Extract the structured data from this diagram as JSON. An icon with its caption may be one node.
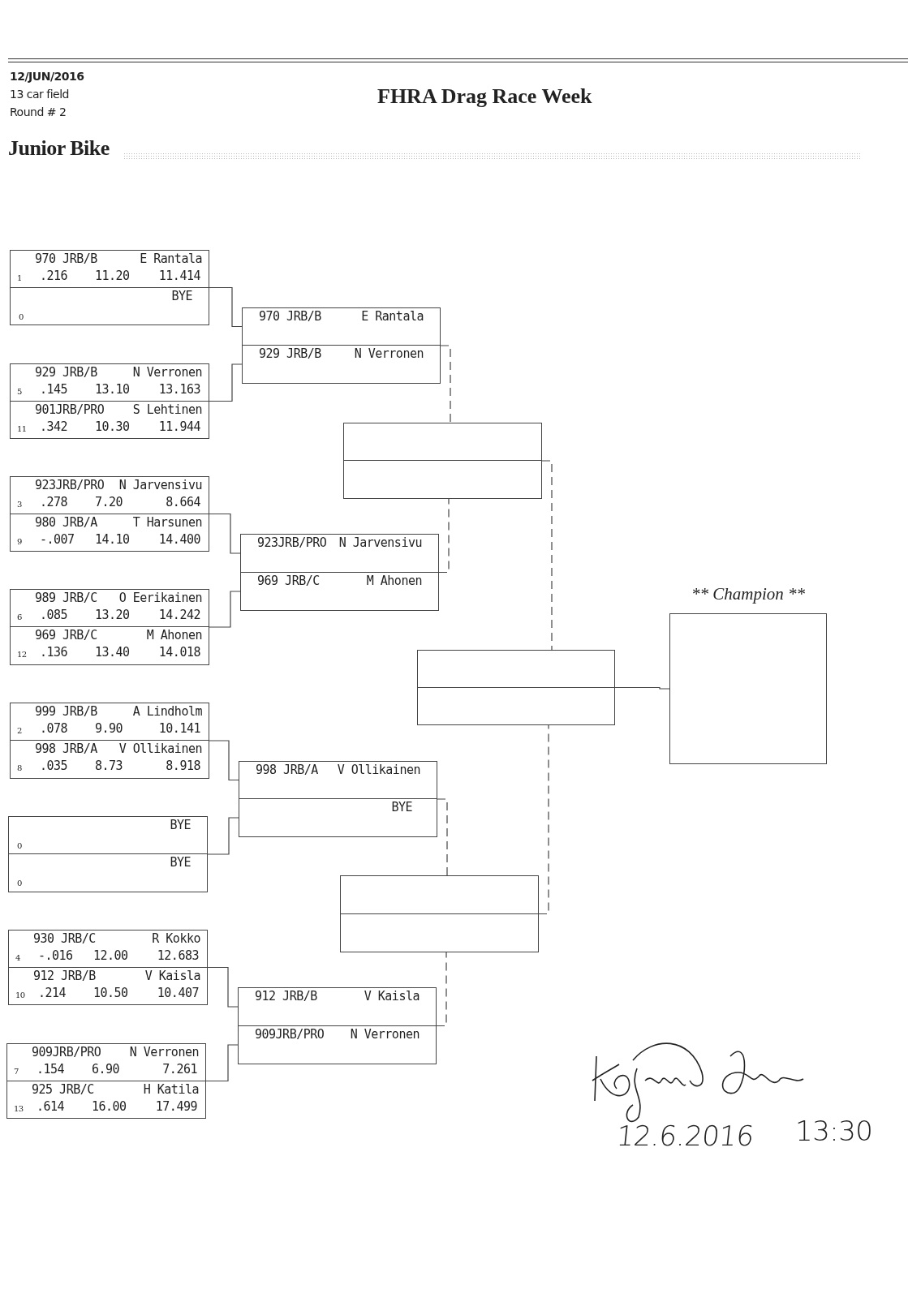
{
  "diagram": {
    "title": "FHRA Drag Race Week",
    "nodes": [
      {
        "text": [],
        "shape": "box"
      },
      {
        "text": [
          "970 JRB/B",
          "E Rantala",
          "1",
          ".216",
          "11.20",
          "11.414"
        ],
        "in": 0
      },
      {
        "text": [
          "BYE",
          "0"
        ],
        "in": 0
      },
      {
        "text": [],
        "shape": "box"
      },
      {
        "text": [
          "929 JRB/B",
          "N Verronen",
          "5",
          ".145",
          "13.10",
          "13.163"
        ],
        "in": 3
      },
      {
        "text": [
          "901JRB/PRO",
          "S Lehtinen",
          "11",
          ".342",
          "10.30",
          "11.944"
        ],
        "in": 3
      },
      {
        "text": [],
        "shape": "box"
      },
      {
        "text": [
          "923JRB/PRO",
          "N Jarvensivu",
          "3",
          ".278",
          "7.20",
          "8.664"
        ],
        "in": 6
      },
      {
        "text": [
          "980 JRB/A",
          "T Harsunen",
          "9",
          "-.007",
          "14.10",
          "14.400"
        ],
        "in": 6
      },
      {
        "text": [],
        "shape": "box"
      },
      {
        "text": [
          "989 JRB/C",
          "O Eerikainen",
          "6",
          ".085",
          "13.20",
          "14.242"
        ],
        "in": 9
      },
      {
        "text": [
          "969 JRB/C",
          "M Ahonen",
          "12",
          ".136",
          "13.40",
          "14.018"
        ],
        "in": 9
      },
      {
        "text": [],
        "shape": "box"
      },
      {
        "text": [
          "999 JRB/B",
          "A Lindholm",
          "2",
          ".078",
          "9.90",
          "10.141"
        ],
        "in": 12
      },
      {
        "text": [
          "998 JRB/A",
          "V Ollikainen",
          "8",
          ".035",
          "8.73",
          "8.918"
        ],
        "in": 12
      },
      {
        "text": [],
        "shape": "box"
      },
      {
        "text": [
          "BYE",
          "0"
        ],
        "in": 15
      },
      {
        "text": [
          "BYE",
          "0"
        ],
        "in": 15
      },
      {
        "text": [],
        "shape": "box"
      },
      {
        "text": [
          "930 JRB/C",
          "R Kokko",
          "4",
          "-.016",
          "12.00",
          "12.683"
        ],
        "in": 18
      },
      {
        "text": [
          "912 JRB/B",
          "V Kaisla",
          "10",
          ".214",
          "10.50",
          "10.407"
        ],
        "in": 18
      },
      {
        "text": [],
        "shape": "box"
      },
      {
        "text": [
          "909JRB/PRO",
          "N Verronen",
          "7",
          ".154",
          "6.90",
          "7.261"
        ],
        "in": 21
      },
      {
        "text": [
          "925 JRB/C",
          "H Katila",
          "13",
          ".614",
          "16.00",
          "17.499"
        ],
        "in": 21
      },
      {
        "text": [],
        "shape": "box"
      },
      {
        "text": [
          "970 JRB/B",
          "E Rantala"
        ],
        "in": 24
      },
      {
        "text": [
          "929 JRB/B",
          "N Verronen"
        ],
        "in": 24
      },
      {
        "text": [],
        "shape": "box"
      },
      {
        "text": [
          "923JRB/PRO",
          "N Jarvensivu"
        ],
        "in": 27
      },
      {
        "text": [
          "969 JRB/C",
          "M Ahonen"
        ],
        "in": 27
      },
      {
        "text": [],
        "shape": "box"
      },
      {
        "text": [
          "998 JRB/A",
          "V Ollikainen"
        ],
        "in": 30
      },
      {
        "text": [
          "BYE"
        ],
        "in": 30
      },
      {
        "text": [],
        "shape": "box"
      },
      {
        "text": [
          "912 JRB/B",
          "V Kaisla"
        ],
        "in": 33
      },
      {
        "text": [
          "909JRB/PRO",
          "N Verronen"
        ],
        "in": 33
      },
      {
        "text": [],
        "shape": "box"
      },
      {
        "text": [],
        "shape": "box",
        "in": 36
      },
      {
        "text": [],
        "shape": "box",
        "in": 36
      },
      {
        "text": [],
        "shape": "box"
      },
      {
        "text": [],
        "shape": "box",
        "in": 39
      },
      {
        "text": [],
        "shape": "box",
        "in": 39
      },
      {
        "text": [],
        "shape": "box"
      },
      {
        "text": [],
        "shape": "box",
        "in": 42
      },
      {
        "text": [],
        "shape": "box",
        "in": 42
      },
      {
        "text": [
          "** Champion **"
        ]
      }
    ],
    "edges": [
      {
        "from": 0,
        "to": 25,
        "arrow": "none"
      },
      {
        "from": 3,
        "to": 26,
        "arrow": "none"
      },
      {
        "from": 6,
        "to": 28,
        "arrow": "none"
      },
      {
        "from": 9,
        "to": 29,
        "arrow": "none"
      },
      {
        "from": 12,
        "to": 31,
        "arrow": "none"
      },
      {
        "from": 15,
        "to": 32,
        "arrow": "none"
      },
      {
        "from": 18,
        "to": 34,
        "arrow": "none"
      },
      {
        "from": 21,
        "to": 35,
        "arrow": "none"
      },
      {
        "from": 24,
        "to": 37,
        "arrow": "none",
        "style": "dashed"
      },
      {
        "from": 27,
        "to": 38,
        "arrow": "none",
        "style": "dashed"
      },
      {
        "from": 30,
        "to": 40,
        "arrow": "none",
        "style": "dashed"
      },
      {
        "from": 33,
        "to": 41,
        "arrow": "none",
        "style": "dashed"
      },
      {
        "from": 36,
        "to": 43,
        "arrow": "none",
        "style": "dashed"
      },
      {
        "from": 39,
        "to": 44,
        "arrow": "none",
        "style": "dashed"
      },
      {
        "from": 42,
        "to": 45,
        "arrow": "none"
      }
    ],
    "labels": [
      "12/JUN/2016",
      "13 car field",
      "Round # 2",
      "Junior Bike",
      "12.6.2016",
      "13:30"
    ]
  }
}
